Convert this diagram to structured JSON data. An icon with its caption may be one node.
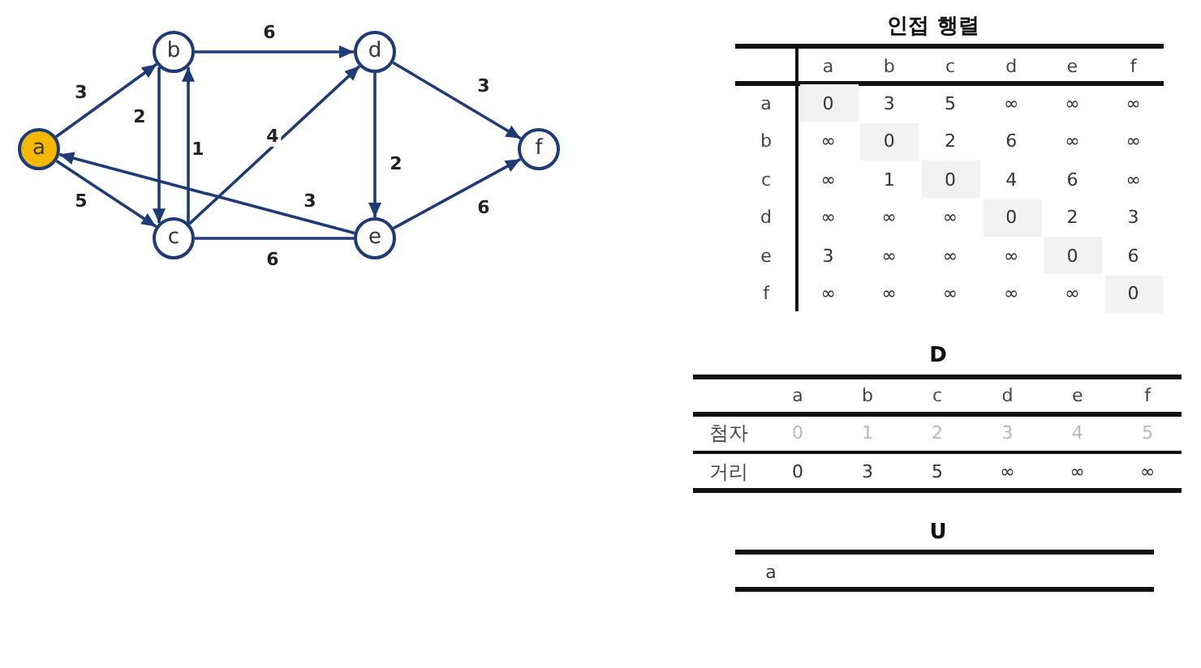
{
  "diagram": {
    "nodes": [
      {
        "text": [
          "a"
        ]
      },
      {
        "text": [
          "b"
        ]
      },
      {
        "text": [
          "c"
        ]
      },
      {
        "text": [
          "d"
        ]
      },
      {
        "text": [
          "e"
        ]
      },
      {
        "text": [
          "f"
        ]
      }
    ],
    "edges": [
      {
        "from": 0,
        "to": 1,
        "arrow": "to",
        "label": "3"
      },
      {
        "from": 0,
        "to": 2,
        "arrow": "to",
        "label": "5"
      },
      {
        "from": 1,
        "to": 2,
        "arrow": "to",
        "label": "2"
      },
      {
        "from": 2,
        "to": 1,
        "arrow": "to",
        "label": "1"
      },
      {
        "from": 1,
        "to": 3,
        "arrow": "to",
        "label": "6"
      },
      {
        "from": 2,
        "to": 3,
        "arrow": "to",
        "label": "4"
      },
      {
        "from": 3,
        "to": 4,
        "arrow": "to",
        "label": "2"
      },
      {
        "from": 4,
        "to": 0,
        "arrow": "to",
        "label": "3"
      },
      {
        "from": 2,
        "to": 4,
        "arrow": "none",
        "label": "6"
      },
      {
        "from": 3,
        "to": 5,
        "arrow": "to",
        "label": "3"
      },
      {
        "from": 4,
        "to": 5,
        "arrow": "to",
        "label": "6"
      }
    ],
    "labels": [
      "인접 행렬",
      "a",
      "b",
      "c",
      "d",
      "e",
      "f",
      "a",
      "0",
      "3",
      "5",
      "∞",
      "∞",
      "∞",
      "b",
      "∞",
      "0",
      "2",
      "6",
      "∞",
      "∞",
      "c",
      "∞",
      "1",
      "0",
      "4",
      "6",
      "∞",
      "d",
      "∞",
      "∞",
      "∞",
      "0",
      "2",
      "3",
      "e",
      "3",
      "∞",
      "∞",
      "∞",
      "0",
      "6",
      "f",
      "∞",
      "∞",
      "∞",
      "∞",
      "∞",
      "0",
      "D",
      "a",
      "b",
      "c",
      "d",
      "e",
      "f",
      "첨자",
      "0",
      "1",
      "2",
      "3",
      "4",
      "5",
      "거리",
      "0",
      "3",
      "5",
      "∞",
      "∞",
      "∞",
      "U",
      "a"
    ]
  }
}
